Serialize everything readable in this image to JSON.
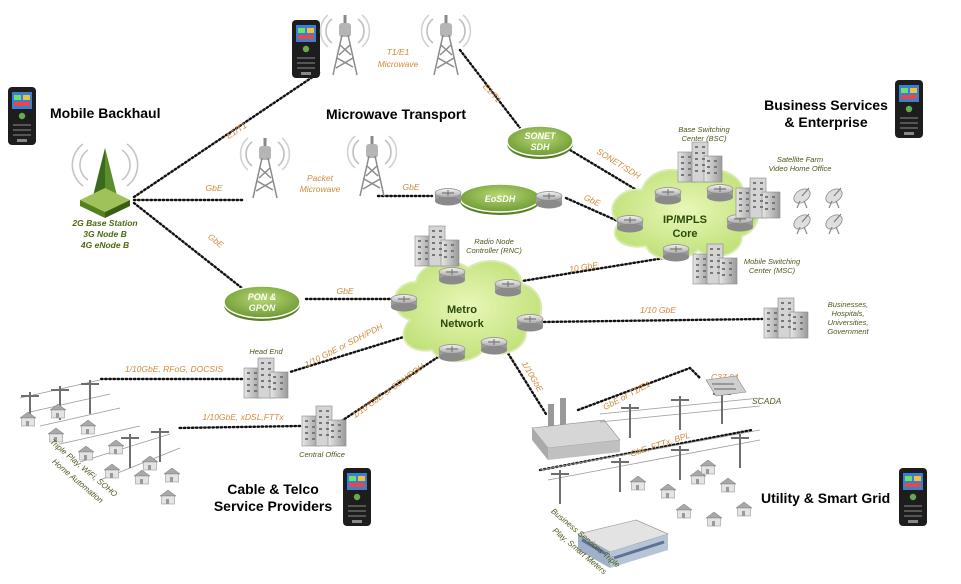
{
  "regions": {
    "mobile_backhaul": "Mobile Backhaul",
    "microwave_transport": "Microwave Transport",
    "business_services_line1": "Business Services",
    "business_services_line2": "& Enterprise",
    "cable_telco_line1": "Cable & Telco",
    "cable_telco_line2": "Service Providers",
    "utility": "Utility & Smart Grid"
  },
  "base_station": {
    "line1": "2G Base Station",
    "line2": "3G Node B",
    "line3": "4G eNode B"
  },
  "nodes": {
    "sonet_line1": "SONET",
    "sonet_line2": "SDH",
    "eosdh": "EoSDH",
    "pon_line1": "PON &",
    "pon_line2": "GPON",
    "ipmpls_line1": "IP/MPLS",
    "ipmpls_line2": "Core",
    "metro_line1": "Metro",
    "metro_line2": "Network"
  },
  "links": {
    "t1e1_line1": "T1/E1",
    "t1e1_line2": "Microwave",
    "e1t1_upper": "E1/T1",
    "e1t1_left": "E1/T1",
    "gbe_left": "GbE",
    "packet_line1": "Packet",
    "packet_line2": "Microwave",
    "gbe_mid": "GbE",
    "sonet_sdh": "SONET/SDH",
    "gbe_core": "GbE",
    "gbe_pon_diag": "GbE",
    "gbe_pon_metro": "GbE",
    "ten_gbe": "10 GbE",
    "one_ten_gbe": "1/10 GbE",
    "head_end_link": "1/10GbE, RFoG, DOCSIS",
    "metro_headend": "1/10 GbE or SDH/PDH",
    "co_link": "1/10GbE, xDSL,FTTx",
    "metro_co": "1/10 GbE or SDH/PDH",
    "metro_utility": "1/10GbE",
    "gbe_or_t1e1": "GbE or T1/E1",
    "c3794": "C37.94",
    "scada": "SCADA",
    "gbe_fttx_bpl": "GbE, FTTx, BPL"
  },
  "sites": {
    "bsc_line1": "Base Switching",
    "bsc_line2": "Center (BSC)",
    "sat_line1": "Satellite Farm",
    "sat_line2": "Video Home Office",
    "rnc_line1": "Radio Node",
    "rnc_line2": "Controller (RNC)",
    "msc_line1": "Mobile Switching",
    "msc_line2": "Center (MSC)",
    "biz_line1": "Businesses,",
    "biz_line2": "Hospitals,",
    "biz_line3": "Universities,",
    "biz_line4": "Government",
    "head_end": "Head End",
    "central_office": "Central Office",
    "triple_line1": "Triple Play, WiFi, SOHO",
    "triple_line2": "Home Automation",
    "bstp_line1": "Business Services Triple",
    "bstp_line2": "Play, Smart Meters"
  },
  "icons": [
    "tester-device-icon",
    "cell-tower-icon",
    "microwave-tower-icon",
    "building-icon",
    "router-icon",
    "satellite-dish-icon",
    "house-icon",
    "power-plant-icon",
    "utility-pole-icon",
    "factory-icon"
  ],
  "colors": {
    "link_label": "#d2893a",
    "node_green": "#8db94a",
    "cloud_green": "#cdea8e",
    "description": "#4a5a1a"
  }
}
